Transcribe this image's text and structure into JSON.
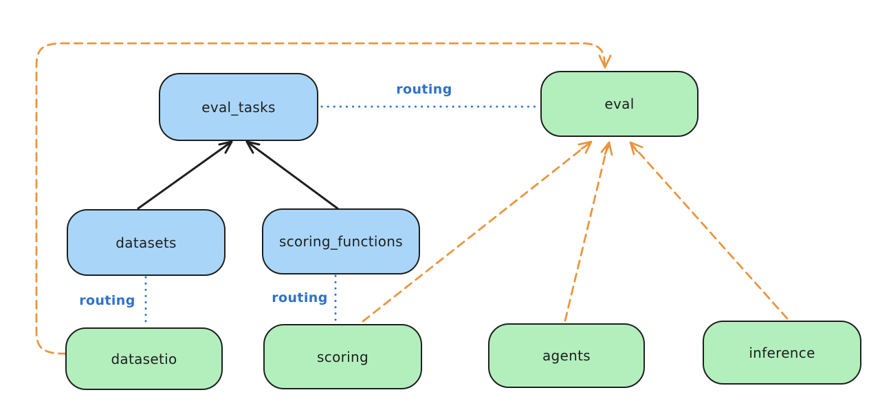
{
  "diagram": {
    "nodes": {
      "eval_tasks": {
        "label": "eval_tasks",
        "kind": "resource",
        "fill": "#a9d6f8"
      },
      "eval": {
        "label": "eval",
        "kind": "api",
        "fill": "#b3efbd"
      },
      "datasets": {
        "label": "datasets",
        "kind": "resource",
        "fill": "#a9d6f8"
      },
      "scoring_functions": {
        "label": "scoring_functions",
        "kind": "resource",
        "fill": "#a9d6f8"
      },
      "datasetio": {
        "label": "datasetio",
        "kind": "api",
        "fill": "#b3efbd"
      },
      "scoring": {
        "label": "scoring",
        "kind": "api",
        "fill": "#b3efbd"
      },
      "agents": {
        "label": "agents",
        "kind": "api",
        "fill": "#b3efbd"
      },
      "inference": {
        "label": "inference",
        "kind": "api",
        "fill": "#b3efbd"
      }
    },
    "edges": {
      "datasets_to_eval_tasks": {
        "from": "datasets",
        "to": "eval_tasks",
        "style": "solid-arrow",
        "color": "#1e1e1e",
        "label": ""
      },
      "scoring_functions_to_eval_tasks": {
        "from": "scoring_functions",
        "to": "eval_tasks",
        "style": "solid-arrow",
        "color": "#1e1e1e",
        "label": ""
      },
      "eval_tasks_to_eval": {
        "from": "eval_tasks",
        "to": "eval",
        "style": "dotted",
        "color": "#2e72c8",
        "label": "routing"
      },
      "datasets_to_datasetio": {
        "from": "datasets",
        "to": "datasetio",
        "style": "dotted",
        "color": "#2e72c8",
        "label": "routing"
      },
      "scoring_functions_to_scoring": {
        "from": "scoring_functions",
        "to": "scoring",
        "style": "dotted",
        "color": "#2e72c8",
        "label": "routing"
      },
      "datasetio_to_eval": {
        "from": "datasetio",
        "to": "eval",
        "style": "dashed-arrow",
        "color": "#e9953f",
        "label": ""
      },
      "scoring_to_eval": {
        "from": "scoring",
        "to": "eval",
        "style": "dashed-arrow",
        "color": "#e9953f",
        "label": ""
      },
      "agents_to_eval": {
        "from": "agents",
        "to": "eval",
        "style": "dashed-arrow",
        "color": "#e9953f",
        "label": ""
      },
      "inference_to_eval": {
        "from": "inference",
        "to": "eval",
        "style": "dashed-arrow",
        "color": "#e9953f",
        "label": ""
      }
    },
    "colors": {
      "background": "#ffffff",
      "node_stroke": "#1e1e1e",
      "blue_node_fill": "#a9d6f8",
      "green_node_fill": "#b3efbd",
      "routing_blue": "#2e72c8",
      "provider_orange": "#e9953f"
    }
  }
}
